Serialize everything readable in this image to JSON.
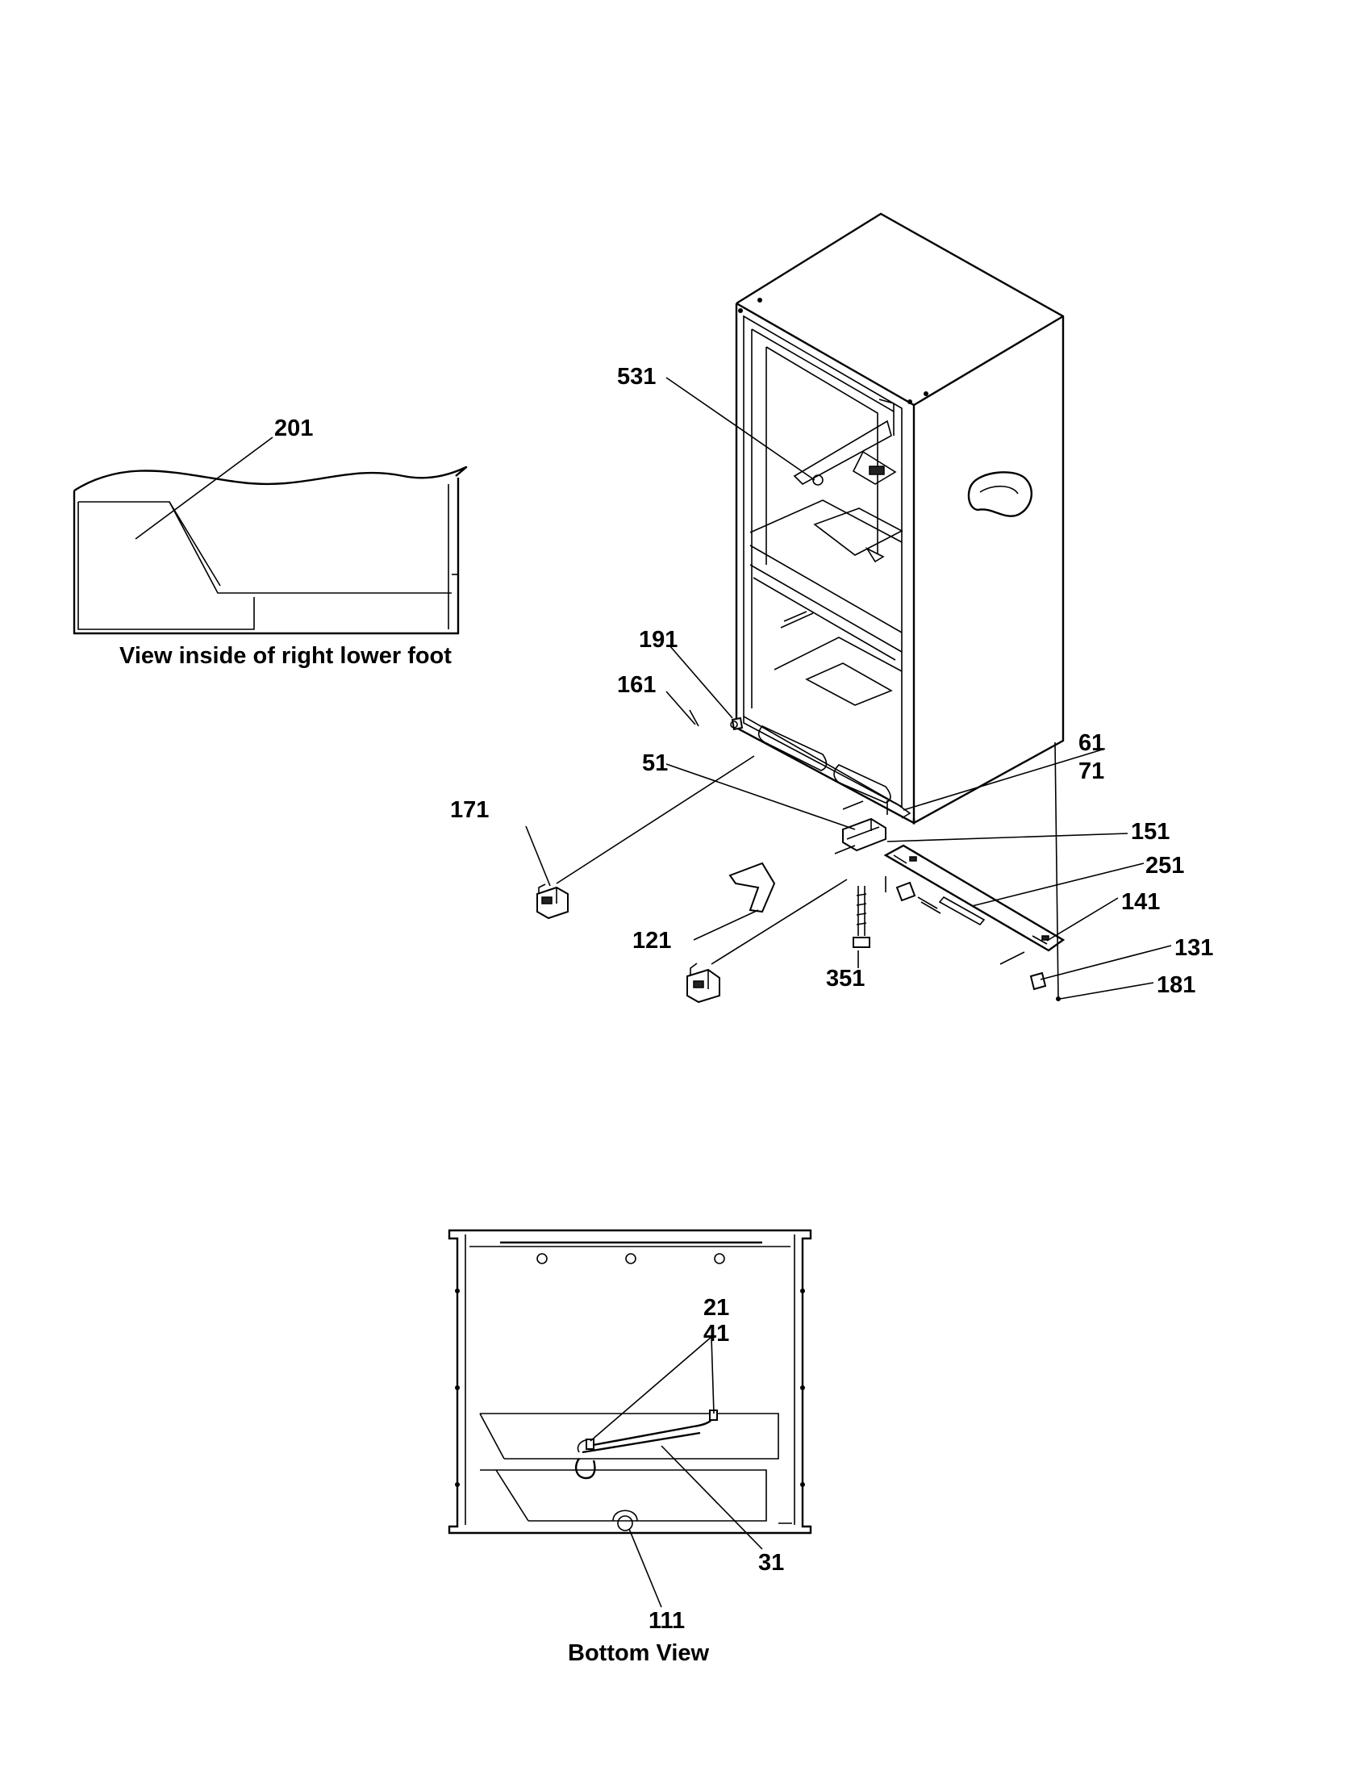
{
  "captions": {
    "foot_view": "View inside of right lower foot",
    "bottom_view": "Bottom View"
  },
  "labels": {
    "p201": "201",
    "p531": "531",
    "p191": "191",
    "p161": "161",
    "p61": "61",
    "p71": "71",
    "p51": "51",
    "p171": "171",
    "p151": "151",
    "p251": "251",
    "p141": "141",
    "p121": "121",
    "p131": "131",
    "p351": "351",
    "p181": "181",
    "p21": "21",
    "p41": "41",
    "p31": "31",
    "p111": "111"
  }
}
